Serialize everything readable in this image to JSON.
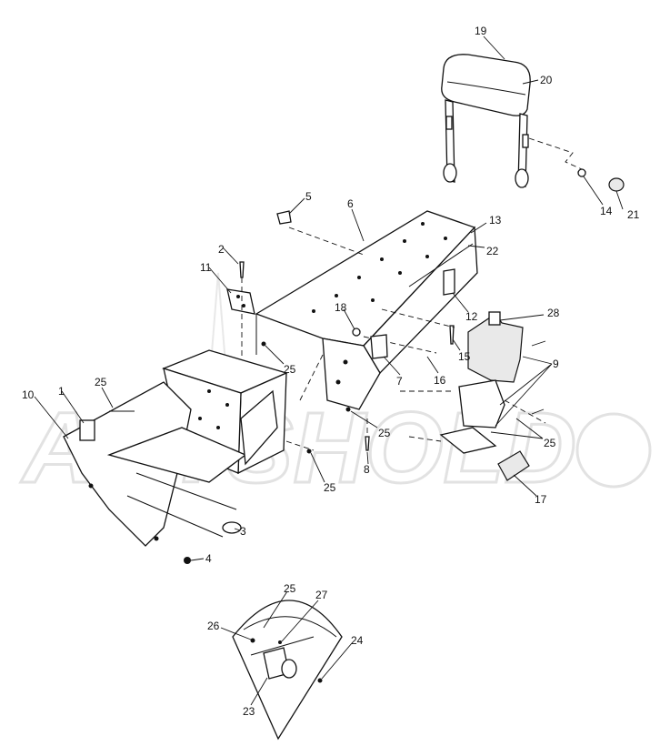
{
  "watermark": {
    "text": "ARTSHOLD"
  },
  "callouts": {
    "c1": "1",
    "c2": "2",
    "c3": "3",
    "c4": "4",
    "c5": "5",
    "c6": "6",
    "c7": "7",
    "c8": "8",
    "c9": "9",
    "c10": "10",
    "c11": "11",
    "c12": "12",
    "c13": "13",
    "c14": "14",
    "c15": "15",
    "c16": "16",
    "c17": "17",
    "c18": "18",
    "c19": "19",
    "c20": "20",
    "c21": "21",
    "c22": "22",
    "c23": "23",
    "c24": "24",
    "c25a": "25",
    "c25b": "25",
    "c25c": "25",
    "c25d": "25",
    "c25e": "25",
    "c25f": "25",
    "c26": "26",
    "c27": "27",
    "c28": "28"
  }
}
